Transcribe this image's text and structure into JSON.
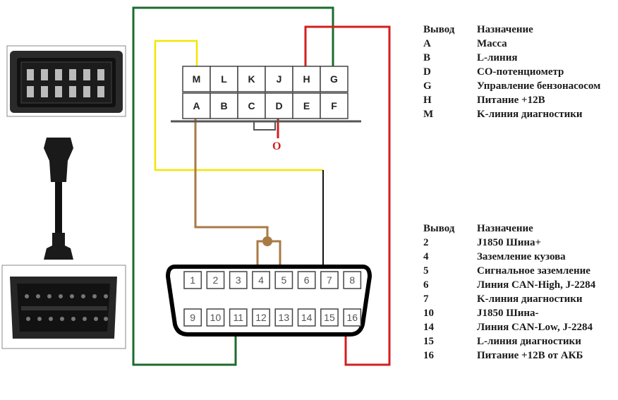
{
  "top_table": {
    "header_pin": "Вывод",
    "header_purpose": "Назначение",
    "rows": [
      {
        "pin": "A",
        "purpose": "Масса"
      },
      {
        "pin": "B",
        "purpose": "L-линия"
      },
      {
        "pin": "D",
        "purpose": "СО-потенциометр"
      },
      {
        "pin": "G",
        "purpose": "Управление бензонасосом"
      },
      {
        "pin": "H",
        "purpose": "Питание +12В"
      },
      {
        "pin": "M",
        "purpose": "K-линия диагностики"
      }
    ]
  },
  "bottom_table": {
    "header_pin": "Вывод",
    "header_purpose": "Назначение",
    "rows": [
      {
        "pin": "2",
        "purpose": "J1850 Шина+"
      },
      {
        "pin": "4",
        "purpose": "Заземление кузова"
      },
      {
        "pin": "5",
        "purpose": "Сигнальное заземление"
      },
      {
        "pin": "6",
        "purpose": "Линия CAN-High, J-2284"
      },
      {
        "pin": "7",
        "purpose": "K-линия диагностики"
      },
      {
        "pin": "10",
        "purpose": "J1850 Шина-"
      },
      {
        "pin": "14",
        "purpose": "Линия CAN-Low, J-2284"
      },
      {
        "pin": "15",
        "purpose": "L-линия диагностики"
      },
      {
        "pin": "16",
        "purpose": "Питание +12В от АКБ"
      }
    ]
  },
  "gm12_connector": {
    "top_row": [
      "M",
      "L",
      "K",
      "J",
      "H",
      "G"
    ],
    "bottom_row": [
      "A",
      "B",
      "C",
      "D",
      "E",
      "F"
    ],
    "marker_label": "O"
  },
  "obd2_connector": {
    "top_row": [
      "1",
      "2",
      "3",
      "4",
      "5",
      "6",
      "7",
      "8"
    ],
    "bottom_row": [
      "9",
      "10",
      "11",
      "12",
      "13",
      "14",
      "15",
      "16"
    ]
  },
  "wire_colors": {
    "green": "#1d6b2e",
    "red": "#d41e1e",
    "yellow": "#f2e600",
    "brown": "#a87a45",
    "black": "#111111"
  }
}
